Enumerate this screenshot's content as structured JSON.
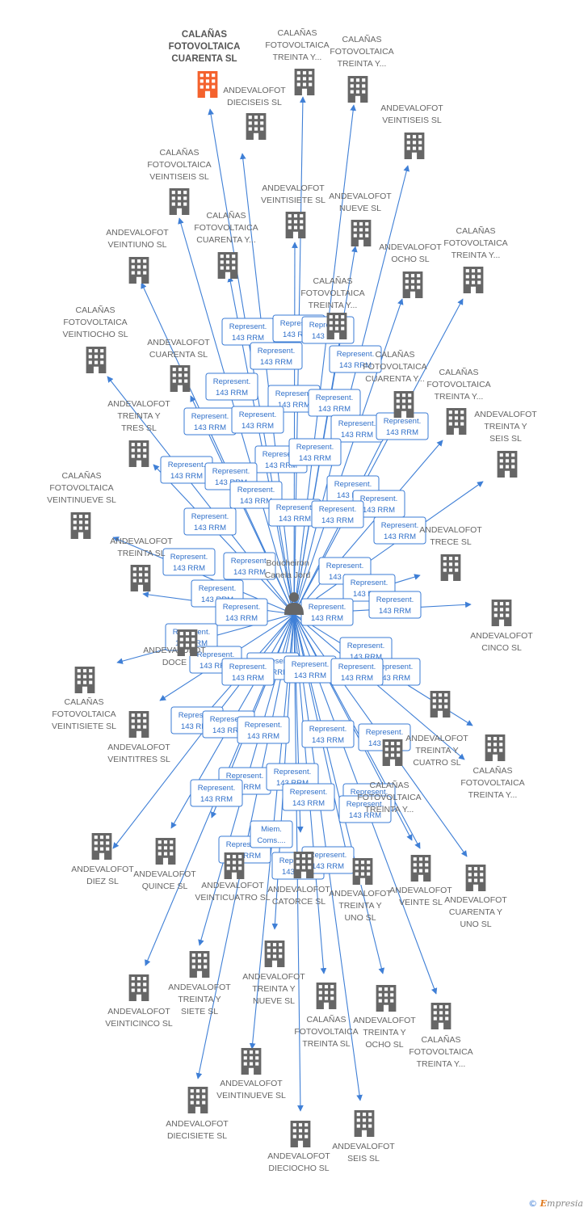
{
  "colors": {
    "edge": "#3f7fd6",
    "focus_icon": "#f4622d",
    "company_icon": "#666666",
    "badge_border": "#3a7bd5"
  },
  "center": {
    "name_line1": "Boucheiron",
    "name_line2": "Canela Jord",
    "icon": "person-icon"
  },
  "companies": [
    {
      "lines": [
        "CALAÑAS",
        "FOTOVOLTAICA",
        "CUARENTA SL"
      ],
      "focus": true
    },
    {
      "lines": [
        "CALAÑAS",
        "FOTOVOLTAICA",
        "TREINTA Y..."
      ]
    },
    {
      "lines": [
        "CALAÑAS",
        "FOTOVOLTAICA",
        "TREINTA Y..."
      ]
    },
    {
      "lines": [
        "ANDEVALOFOT",
        "DIECISEIS SL"
      ]
    },
    {
      "lines": [
        "ANDEVALOFOT",
        "VEINTISEIS SL"
      ]
    },
    {
      "lines": [
        "CALAÑAS",
        "FOTOVOLTAICA",
        "VEINTISEIS SL"
      ]
    },
    {
      "lines": [
        "ANDEVALOFOT",
        "VEINTISIETE SL"
      ]
    },
    {
      "lines": [
        "ANDEVALOFOT",
        "NUEVE SL"
      ]
    },
    {
      "lines": [
        "CALAÑAS",
        "FOTOVOLTAICA",
        "CUARENTA Y..."
      ]
    },
    {
      "lines": [
        "ANDEVALOFOT",
        "VEINTIUNO SL"
      ]
    },
    {
      "lines": [
        "ANDEVALOFOT",
        "OCHO SL"
      ]
    },
    {
      "lines": [
        "CALAÑAS",
        "FOTOVOLTAICA",
        "TREINTA Y..."
      ]
    },
    {
      "lines": [
        "CALAÑAS",
        "FOTOVOLTAICA",
        "TREINTA Y..."
      ]
    },
    {
      "lines": [
        "CALAÑAS",
        "FOTOVOLTAICA",
        "VEINTIOCHO SL"
      ]
    },
    {
      "lines": [
        "ANDEVALOFOT",
        "CUARENTA SL"
      ]
    },
    {
      "lines": [
        "CALAÑAS",
        "FOTOVOLTAICA",
        "CUARENTA Y..."
      ]
    },
    {
      "lines": [
        "CALAÑAS",
        "FOTOVOLTAICA",
        "TREINTA Y..."
      ]
    },
    {
      "lines": [
        "ANDEVALOFOT",
        "TREINTA Y",
        "TRES SL"
      ]
    },
    {
      "lines": [
        "ANDEVALOFOT",
        "TREINTA Y",
        "SEIS SL"
      ]
    },
    {
      "lines": [
        "CALAÑAS",
        "FOTOVOLTAICA",
        "VEINTINUEVE SL"
      ]
    },
    {
      "lines": [
        "ANDEVALOFOT",
        "TREINTA SL"
      ]
    },
    {
      "lines": [
        "ANDEVALOFOT",
        "TRECE SL"
      ]
    },
    {
      "lines": [
        "ANDEVALOFOT",
        "CINCO SL"
      ]
    },
    {
      "lines": [
        "ANDEVALOFOT",
        "DOCE"
      ]
    },
    {
      "lines": [
        "CALAÑAS",
        "FOTOVOLTAICA",
        "VEINTISIETE SL"
      ]
    },
    {
      "lines": [
        "ANDEVALOFOT",
        "VEINTITRES SL"
      ]
    },
    {
      "lines": [
        "ANDEVALOFOT",
        "TREINTA Y",
        "CUATRO SL"
      ]
    },
    {
      "lines": [
        "CALAÑAS",
        "FOTOVOLTAICA",
        "TREINTA Y..."
      ]
    },
    {
      "lines": [
        "CALAÑAS",
        "FOTOVOLTAICA",
        "TREINTA Y..."
      ]
    },
    {
      "lines": [
        "ANDEVALOFOT",
        "DIEZ SL"
      ]
    },
    {
      "lines": [
        "ANDEVALOFOT",
        "QUINCE SL"
      ]
    },
    {
      "lines": [
        "ANDEVALOFOT",
        "VEINTICUATRO SL"
      ]
    },
    {
      "lines": [
        "ANDEVALOFOT",
        "CATORCE SL"
      ]
    },
    {
      "lines": [
        "ANDEVALOFOT",
        "TREINTA Y",
        "UNO SL"
      ]
    },
    {
      "lines": [
        "ANDEVALOFOT",
        "VEINTE SL"
      ]
    },
    {
      "lines": [
        "ANDEVALOFOT",
        "CUARENTA Y",
        "UNO SL"
      ]
    },
    {
      "lines": [
        "ANDEVALOFOT",
        "VEINTICINCO SL"
      ]
    },
    {
      "lines": [
        "ANDEVALOFOT",
        "TREINTA Y",
        "SIETE SL"
      ]
    },
    {
      "lines": [
        "ANDEVALOFOT",
        "TREINTA Y",
        "NUEVE SL"
      ]
    },
    {
      "lines": [
        "CALAÑAS",
        "FOTOVOLTAICA",
        "TREINTA SL"
      ]
    },
    {
      "lines": [
        "ANDEVALOFOT",
        "TREINTA Y",
        "OCHO SL"
      ]
    },
    {
      "lines": [
        "CALAÑAS",
        "FOTOVOLTAICA",
        "TREINTA Y..."
      ]
    },
    {
      "lines": [
        "ANDEVALOFOT",
        "VEINTINUEVE SL"
      ]
    },
    {
      "lines": [
        "ANDEVALOFOT",
        "DIECISIETE SL"
      ]
    },
    {
      "lines": [
        "ANDEVALOFOT",
        "DIECIOCHO SL"
      ]
    },
    {
      "lines": [
        "ANDEVALOFOT",
        "SEIS SL"
      ]
    }
  ],
  "badge": {
    "line1": "Represent.",
    "line2": "143 RRM"
  },
  "badge_alt": {
    "line1": "Miem.",
    "line2": "Coms...."
  },
  "footer": {
    "copyright": "©",
    "brand_initial": "E",
    "brand_rest": "mpresia"
  }
}
